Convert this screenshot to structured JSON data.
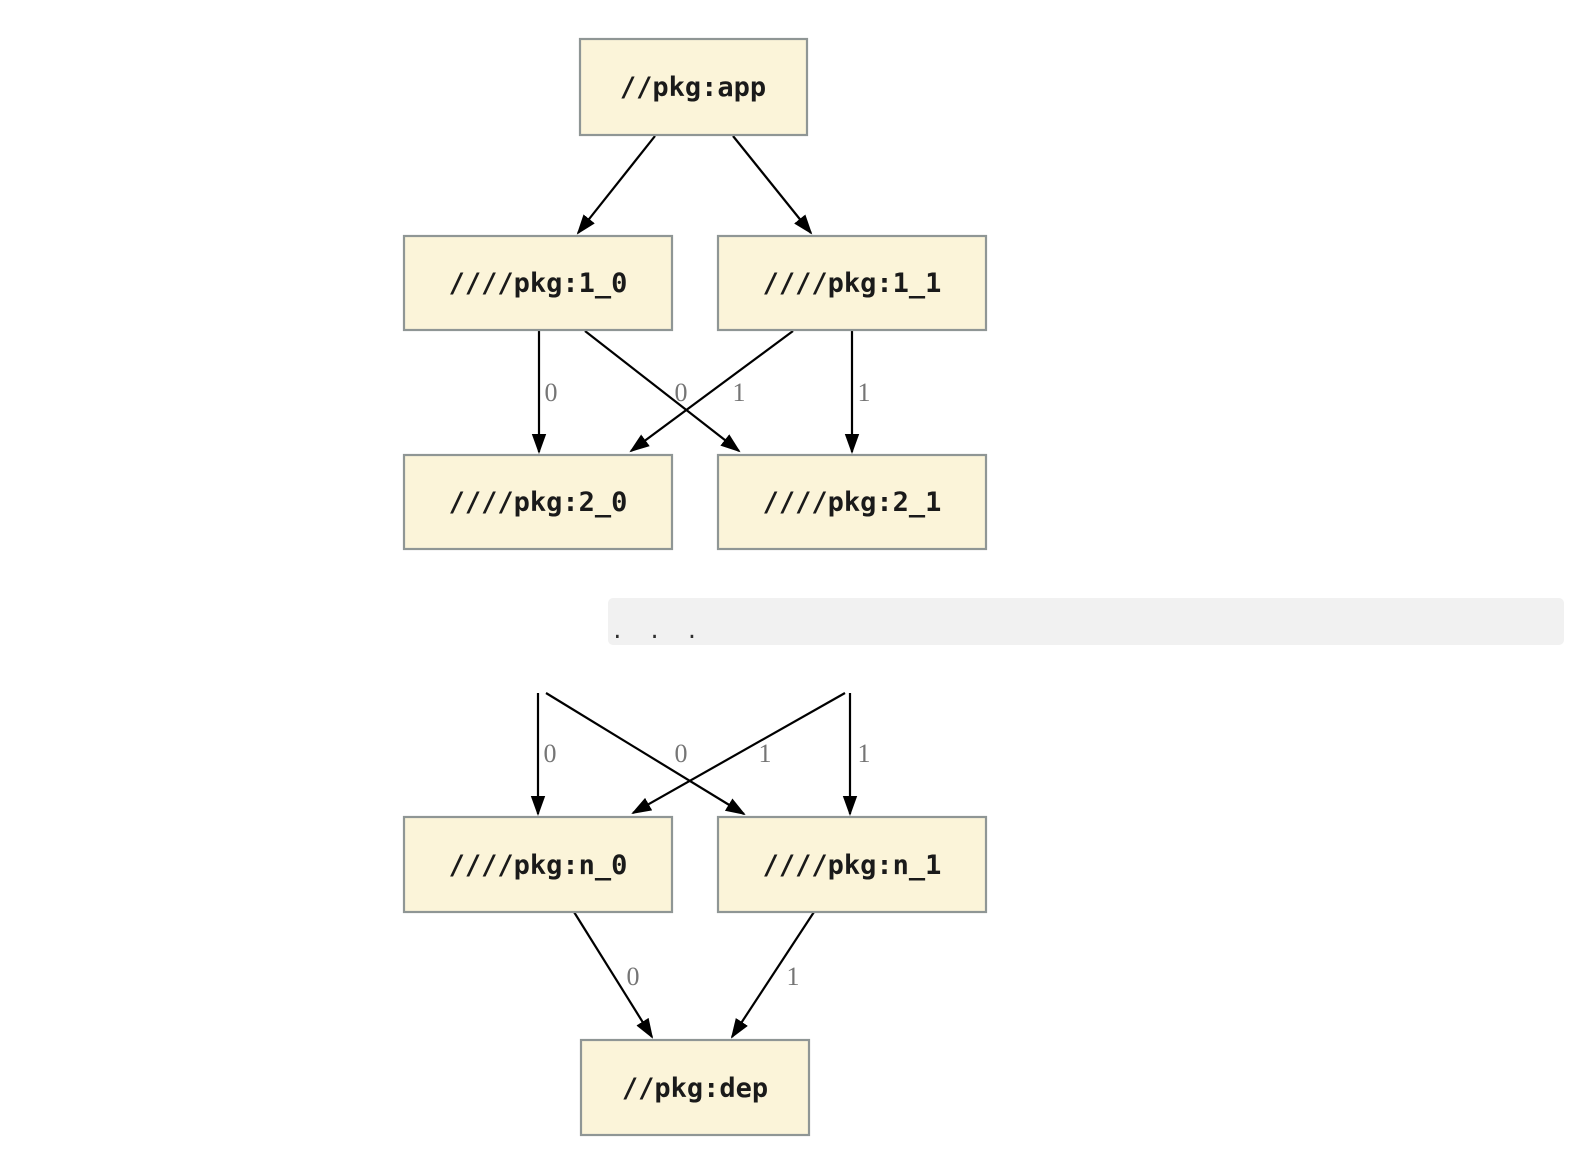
{
  "colors": {
    "page_background": "#FFFFFF",
    "node_fill": "#FBF4D9",
    "node_border": "#8F9695",
    "node_text": "#1A1A1A",
    "edge": "#000000",
    "edge_label": "#757575",
    "band_background": "#F1F1F1",
    "band_text": "#2F2F2F"
  },
  "graph": {
    "ellipsis": ". . .",
    "nodes": [
      {
        "id": "app",
        "label": "//pkg:app"
      },
      {
        "id": "1_0",
        "label": "////pkg:1_0"
      },
      {
        "id": "1_1",
        "label": "////pkg:1_1"
      },
      {
        "id": "2_0",
        "label": "////pkg:2_0"
      },
      {
        "id": "2_1",
        "label": "////pkg:2_1"
      },
      {
        "id": "n_0",
        "label": "////pkg:n_0"
      },
      {
        "id": "n_1",
        "label": "////pkg:n_1"
      },
      {
        "id": "dep",
        "label": "//pkg:dep"
      }
    ],
    "edges": [
      {
        "from": "//pkg:app",
        "to": "////pkg:1_0",
        "label": ""
      },
      {
        "from": "//pkg:app",
        "to": "////pkg:1_1",
        "label": ""
      },
      {
        "from": "////pkg:1_0",
        "to": "////pkg:2_0",
        "label": "0"
      },
      {
        "from": "////pkg:1_0",
        "to": "////pkg:2_1",
        "label": "1"
      },
      {
        "from": "////pkg:1_1",
        "to": "////pkg:2_0",
        "label": "0"
      },
      {
        "from": "////pkg:1_1",
        "to": "////pkg:2_1",
        "label": "1"
      },
      {
        "from": "...",
        "to": "////pkg:n_0",
        "label": "0"
      },
      {
        "from": "...",
        "to": "////pkg:n_1",
        "label": "1"
      },
      {
        "from": "...",
        "to": "////pkg:n_0",
        "label": "0"
      },
      {
        "from": "...",
        "to": "////pkg:n_1",
        "label": "1"
      },
      {
        "from": "////pkg:n_0",
        "to": "//pkg:dep",
        "label": "0"
      },
      {
        "from": "////pkg:n_1",
        "to": "//pkg:dep",
        "label": "1"
      }
    ]
  }
}
